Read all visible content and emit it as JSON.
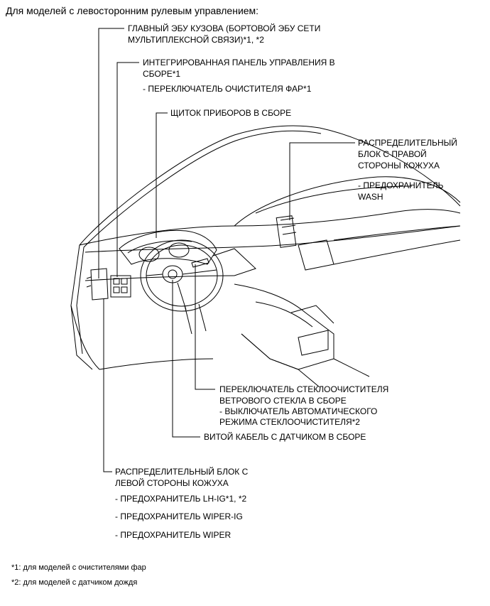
{
  "heading": "Для моделей с левосторонним рулевым управлением:",
  "labels": {
    "body_ecu": [
      "ГЛАВНЫЙ ЭБУ КУЗОВА (БОРТОВОЙ ЭБУ СЕТИ",
      "МУЛЬТИПЛЕКСНОЙ СВЯЗИ)*1, *2"
    ],
    "control_panel": [
      "ИНТЕГРИРОВАННАЯ ПАНЕЛЬ УПРАВЛЕНИЯ В",
      "СБОРЕ*1"
    ],
    "headlamp_cleaner_switch": "- ПЕРЕКЛЮЧАТЕЛЬ ОЧИСТИТЕЛЯ ФАР*1",
    "combination_meter": "ЩИТОК ПРИБОРОВ В СБОРЕ",
    "right_junction_block": [
      "РАСПРЕДЕЛИТЕЛЬНЫЙ",
      "БЛОК С ПРАВОЙ",
      "СТОРОНЫ КОЖУХА"
    ],
    "fuse_wash": [
      "- ПРЕДОХРАНИТЕЛЬ",
      "WASH"
    ],
    "wiper_switch": [
      "ПЕРЕКЛЮЧАТЕЛЬ СТЕКЛООЧИСТИТЕЛЯ",
      "ВЕТРОВОГО СТЕКЛА В СБОРЕ"
    ],
    "auto_wiper_switch": [
      " - ВЫКЛЮЧАТЕЛЬ АВТОМАТИЧЕСКОГО",
      "РЕЖИМА СТЕКЛООЧИСТИТЕЛЯ*2"
    ],
    "spiral_cable": "ВИТОЙ КАБЕЛЬ С ДАТЧИКОМ В СБОРЕ",
    "left_junction_block": [
      "РАСПРЕДЕЛИТЕЛЬНЫЙ БЛОК С",
      "ЛЕВОЙ СТОРОНЫ КОЖУХА"
    ],
    "fuse_lh_ig": "- ПРЕДОХРАНИТЕЛЬ LH-IG*1, *2",
    "fuse_wiper_ig": "- ПРЕДОХРАНИТЕЛЬ WIPER-IG",
    "fuse_wiper": "- ПРЕДОХРАНИТЕЛЬ WIPER"
  },
  "footnotes": [
    "*1: для моделей с очистителями фар",
    "*2: для моделей с датчиком дождя"
  ]
}
